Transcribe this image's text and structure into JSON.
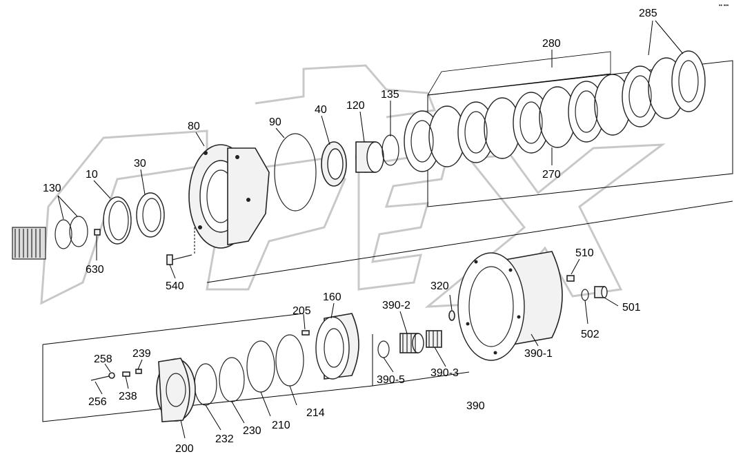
{
  "watermark": {
    "text": "OPEX"
  },
  "corner_mark": "•• •••",
  "labels": {
    "l285": "285",
    "l280": "280",
    "l270": "270",
    "l135": "135",
    "l120": "120",
    "l40": "40",
    "l90": "90",
    "l80": "80",
    "l30": "30",
    "l10": "10",
    "l130": "130",
    "l630": "630",
    "l540": "540",
    "l510": "510",
    "l320": "320",
    "l501": "501",
    "l502": "502",
    "l160": "160",
    "l205": "205",
    "l3902": "390-2",
    "l3901": "390-1",
    "l3903": "390-3",
    "l3905": "390-5",
    "l390": "390",
    "l258": "258",
    "l239": "239",
    "l238": "238",
    "l256": "256",
    "l200": "200",
    "l232": "232",
    "l230": "230",
    "l210": "210",
    "l214": "214"
  }
}
